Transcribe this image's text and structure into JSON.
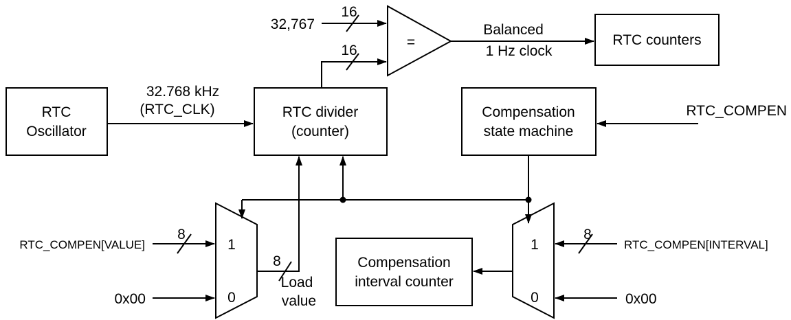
{
  "blocks": {
    "rtc_oscillator": [
      "RTC",
      "Oscillator"
    ],
    "rtc_divider": [
      "RTC divider",
      "(counter)"
    ],
    "comparator": "=",
    "rtc_counters": "RTC counters",
    "compensation_fsm": [
      "Compensation",
      "state machine"
    ],
    "interval_counter": [
      "Compensation",
      "interval counter"
    ]
  },
  "mux_left": {
    "input_1": "1",
    "input_0": "0"
  },
  "mux_right": {
    "input_1": "1",
    "input_0": "0"
  },
  "signals": {
    "const_32767": "32,767",
    "clk_freq": "32.768 kHz",
    "clk_name": "(RTC_CLK)",
    "balanced_clock": [
      "Balanced",
      "1 Hz clock"
    ],
    "rtc_compen": "RTC_COMPEN",
    "compen_value": "RTC_COMPEN[VALUE]",
    "compen_interval": "RTC_COMPEN[INTERVAL]",
    "zero_left": "0x00",
    "zero_right": "0x00",
    "load_value": [
      "Load",
      "value"
    ]
  },
  "bus_widths": {
    "const_bus": "16",
    "divider_bus": "16",
    "value_bus": "8",
    "load_bus": "8",
    "interval_bus": "8"
  }
}
